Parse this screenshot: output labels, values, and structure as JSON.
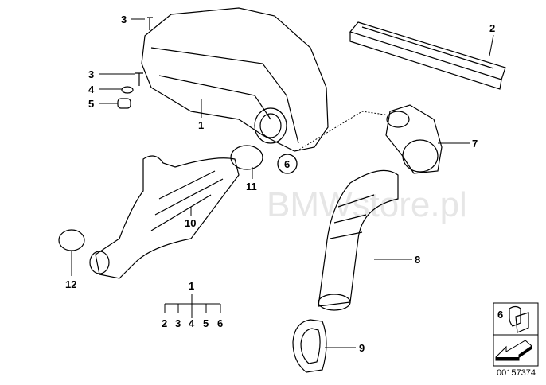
{
  "watermark": "BMWstore.pl",
  "callouts": {
    "c3_top": "3",
    "c2": "2",
    "c3": "3",
    "c4": "4",
    "c5": "5",
    "c1": "1",
    "c7": "7",
    "c6": "6",
    "c11": "11",
    "c10": "10",
    "c12": "12",
    "c8": "8",
    "c9": "9"
  },
  "tree": {
    "root": "1",
    "children": [
      "2",
      "3",
      "4",
      "5",
      "6"
    ]
  },
  "legend": {
    "part_number": "6",
    "diagram_code": "00157374"
  }
}
